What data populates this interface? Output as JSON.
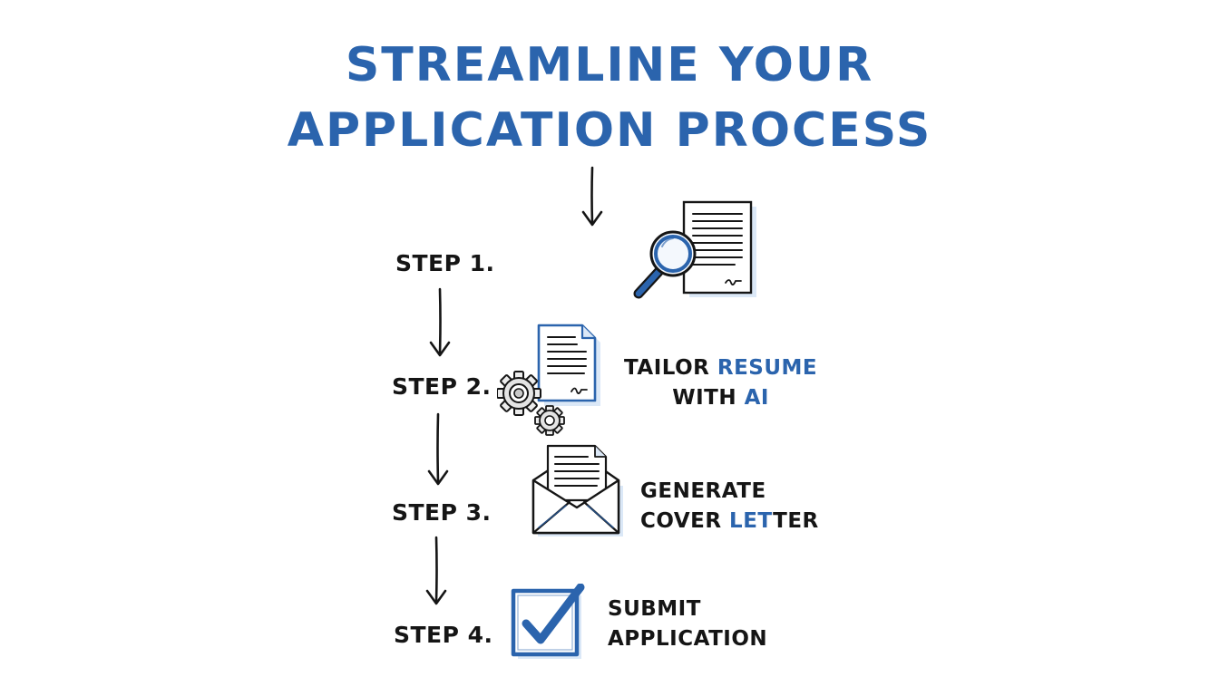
{
  "title": {
    "line1": "STREAMLINE YOUR",
    "line2": "APPLICATION PROCESS"
  },
  "steps": [
    {
      "label": "STEP 1.",
      "icon": "document-magnifier-icon"
    },
    {
      "label": "STEP 2.",
      "icon": "resume-gears-icon",
      "desc_line1_a": "TAILOR ",
      "desc_line1_b": "RESUME",
      "desc_line2_a": "WITH ",
      "desc_line2_b": "AI"
    },
    {
      "label": "STEP 3.",
      "icon": "envelope-letter-icon",
      "desc_line1_a": "GENERATE",
      "desc_line2_a": "COVER ",
      "desc_line2_b": "LET",
      "desc_line2_c": "TER"
    },
    {
      "label": "STEP 4.",
      "icon": "checkbox-check-icon",
      "desc_line1_a": "SUBMIT",
      "desc_line2_a": "APPLICATION"
    }
  ],
  "colors": {
    "accent": "#2b64ad",
    "ink": "#151515",
    "light_blue": "#dbe8f7"
  }
}
